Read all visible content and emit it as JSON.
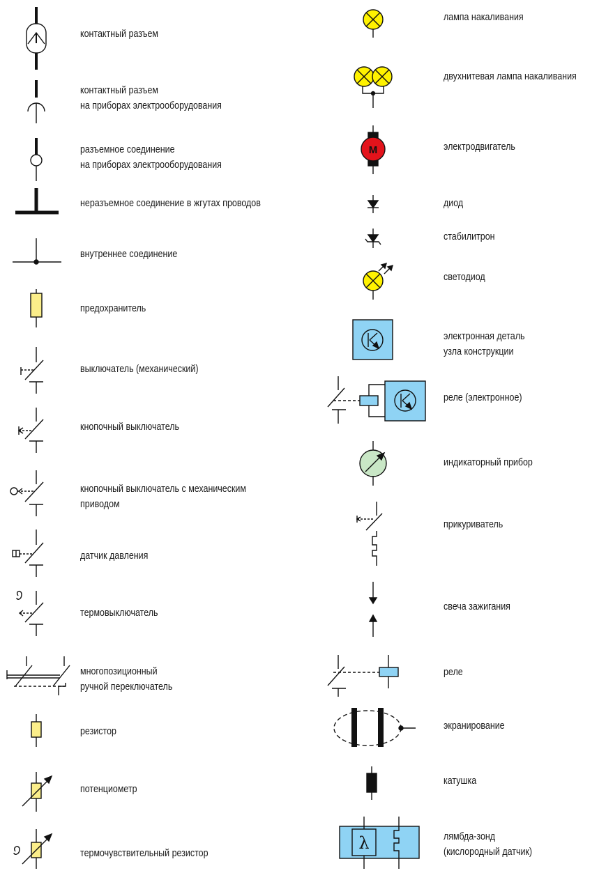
{
  "legend": {
    "left": [
      {
        "id": "contact-connector",
        "label": [
          "контактный разъем"
        ]
      },
      {
        "id": "device-contact-connector",
        "label": [
          "контактный разъем",
          "на приборах электрооборудования"
        ]
      },
      {
        "id": "detachable-connection",
        "label": [
          "разъемное соединение",
          "на приборах электрооборудования"
        ]
      },
      {
        "id": "permanent-harness-connection",
        "label": [
          "неразъемное соединение в жгутах проводов"
        ]
      },
      {
        "id": "internal-connection",
        "label": [
          "внутреннее соединение"
        ]
      },
      {
        "id": "fuse",
        "label": [
          "предохранитель"
        ]
      },
      {
        "id": "mechanical-switch",
        "label": [
          "выключатель (механический)"
        ]
      },
      {
        "id": "push-button-switch",
        "label": [
          "кнопочный выключатель"
        ]
      },
      {
        "id": "mechanical-push-button-switch",
        "label": [
          "кнопочный выключатель с механическим",
          "приводом"
        ]
      },
      {
        "id": "pressure-sensor",
        "label": [
          "датчик давления"
        ]
      },
      {
        "id": "thermal-switch",
        "label": [
          "термовыключатель"
        ]
      },
      {
        "id": "multi-position-switch",
        "label": [
          "многопозиционный",
          "ручной переключатель"
        ]
      },
      {
        "id": "resistor",
        "label": [
          "резистор"
        ]
      },
      {
        "id": "potentiometer",
        "label": [
          "потенциометр"
        ]
      },
      {
        "id": "thermistor",
        "label": [
          "термочувствительный резистор"
        ]
      }
    ],
    "right": [
      {
        "id": "incandescent-lamp",
        "label": [
          "лампа накаливания"
        ]
      },
      {
        "id": "dual-filament-lamp",
        "label": [
          "двухнитевая лампа накаливания"
        ]
      },
      {
        "id": "electric-motor",
        "label": [
          "электродвигатель"
        ],
        "symbol_text": "M"
      },
      {
        "id": "diode",
        "label": [
          "диод"
        ]
      },
      {
        "id": "zener-diode",
        "label": [
          "стабилитрон"
        ]
      },
      {
        "id": "led",
        "label": [
          "светодиод"
        ]
      },
      {
        "id": "electronic-component",
        "label": [
          "электронная деталь",
          "узла конструкции"
        ]
      },
      {
        "id": "electronic-relay",
        "label": [
          "реле (электронное)"
        ]
      },
      {
        "id": "indicator-gauge",
        "label": [
          "индикаторный прибор"
        ]
      },
      {
        "id": "cigarette-lighter",
        "label": [
          "прикуриватель"
        ]
      },
      {
        "id": "spark-plug",
        "label": [
          "свеча зажигания"
        ]
      },
      {
        "id": "relay",
        "label": [
          "реле"
        ]
      },
      {
        "id": "shielding",
        "label": [
          "экранирование"
        ]
      },
      {
        "id": "coil",
        "label": [
          "катушка"
        ]
      },
      {
        "id": "lambda-probe",
        "label": [
          "лямбда-зонд",
          "(кислородный датчик)"
        ],
        "symbol_text": "λ"
      }
    ]
  },
  "colors": {
    "line": "#111111",
    "yellow": "#fff200",
    "fuse_yellow": "#fbee8a",
    "motor_red": "#e3131b",
    "blue": "#8fd3f4",
    "gauge_green": "#c9e7c6"
  }
}
